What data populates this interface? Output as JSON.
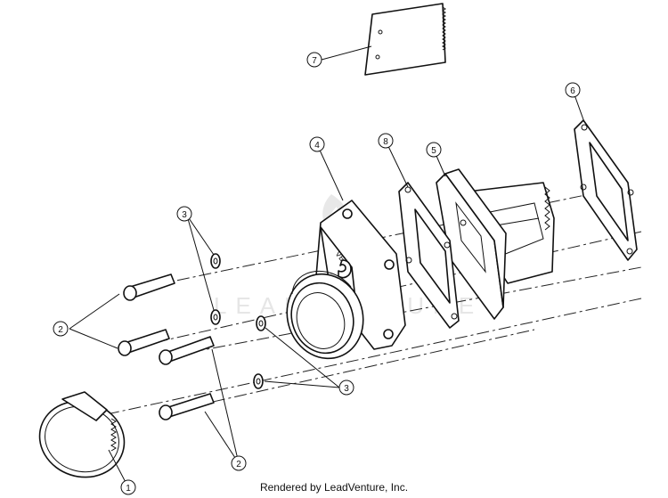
{
  "watermark": {
    "text": "LEADVENTURE"
  },
  "callouts": [
    {
      "id": "c1",
      "label": "1"
    },
    {
      "id": "c2a",
      "label": "2"
    },
    {
      "id": "c2b",
      "label": "2"
    },
    {
      "id": "c3a",
      "label": "3"
    },
    {
      "id": "c3b",
      "label": "3"
    },
    {
      "id": "c4",
      "label": "4"
    },
    {
      "id": "c5",
      "label": "5"
    },
    {
      "id": "c6",
      "label": "6"
    },
    {
      "id": "c7",
      "label": "7"
    },
    {
      "id": "c8",
      "label": "8"
    }
  ],
  "footer": {
    "text": "Rendered by LeadVenture, Inc."
  }
}
